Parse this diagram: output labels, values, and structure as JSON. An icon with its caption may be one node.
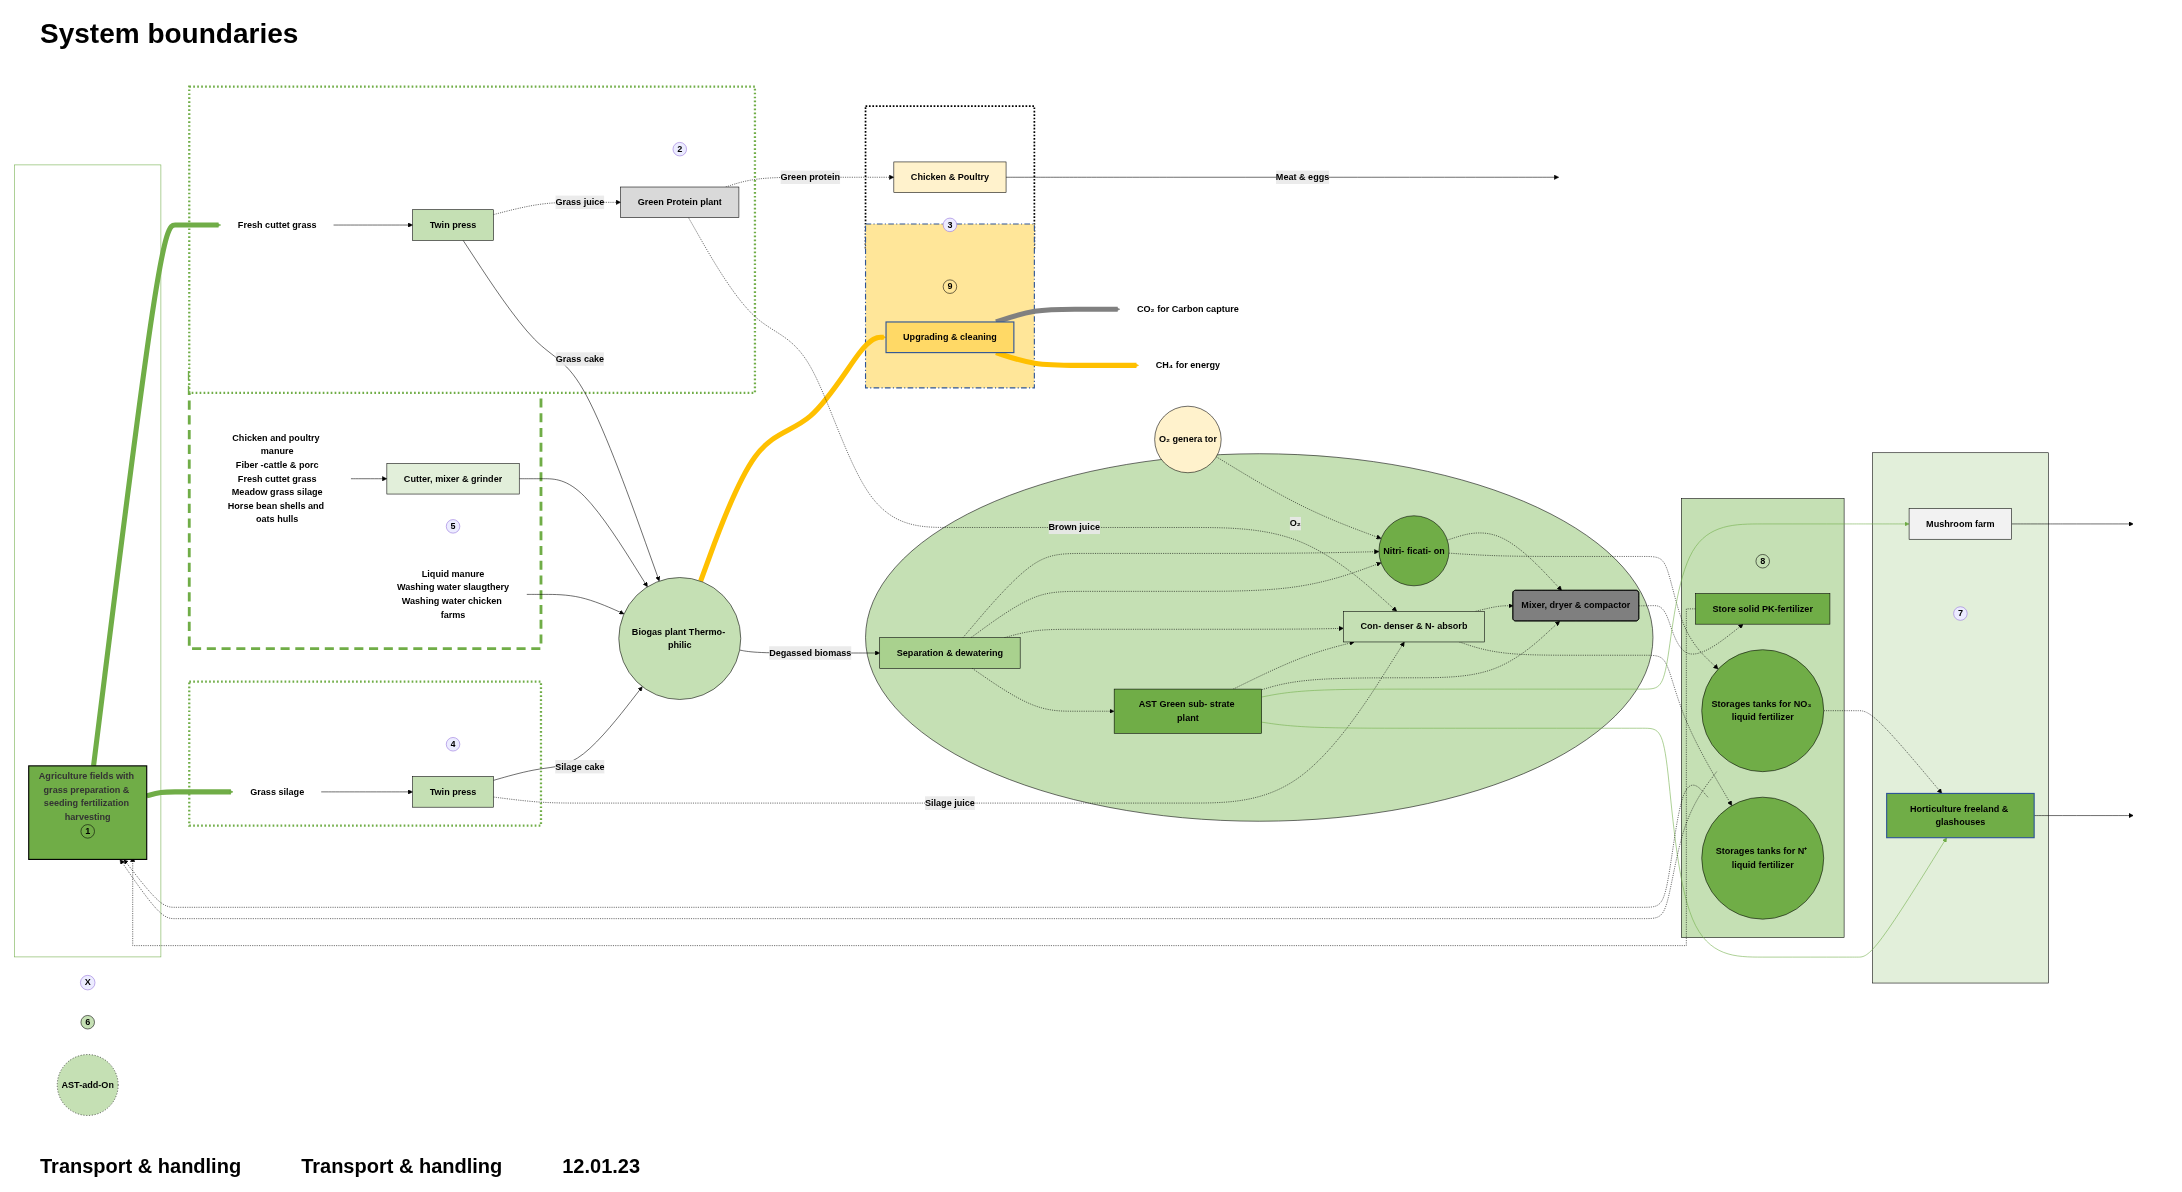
{
  "diagram": {
    "title": "System boundaries",
    "nodes": [
      {
        "text": [
          "X"
        ]
      },
      {
        "text": [],
        "shape": "box"
      },
      {
        "text": [
          "9"
        ],
        "in": 1
      },
      {
        "text": [
          "Upgrading & cleaning"
        ],
        "in": 1
      },
      {
        "text": [
          "CO₂ for Carbon capture"
        ]
      },
      {
        "text": [
          "CH₄ for energy"
        ]
      },
      {
        "text": [],
        "shape": "box"
      },
      {
        "text": [
          "2"
        ],
        "in": 6
      },
      {
        "text": [
          "Fresh cuttet grass"
        ],
        "in": 6
      },
      {
        "text": [
          "Twin press"
        ],
        "in": 6
      },
      {
        "text": [
          "Green Protein plant"
        ],
        "in": 6
      },
      {
        "text": [],
        "shape": "box"
      },
      {
        "text": [
          "Chicken & Poultry"
        ],
        "in": 11
      },
      {
        "text": [
          "3"
        ],
        "in": 11
      },
      {
        "text": [],
        "shape": "box"
      },
      {
        "text": [
          "Chicken and poultry manure",
          "Fiber -cattle & porc",
          "Fresh cuttet grass",
          "Meadow grass silage",
          "Horse bean shells and oats hulls"
        ],
        "in": 14
      },
      {
        "text": [
          "Cutter, mixer & grinder"
        ],
        "in": 14
      },
      {
        "text": [
          "Biogas plant Thermo- philic"
        ]
      },
      {
        "text": [
          "5"
        ],
        "in": 14
      },
      {
        "text": [
          "Liquid manure",
          "Washing water slaugthery",
          "Washing water chicken farms"
        ],
        "in": 14
      },
      {
        "text": [],
        "shape": "box"
      },
      {
        "text": [
          "4"
        ],
        "in": 20
      },
      {
        "text": [
          "Grass silage"
        ],
        "in": 20
      },
      {
        "text": [
          "Twin press"
        ],
        "in": 20
      },
      {
        "text": [],
        "shape": "box"
      },
      {
        "text": [
          "Agriculture fields with grass preparation & seeding fertilization harvesting"
        ],
        "in": 24
      },
      {
        "text": [
          "1"
        ],
        "in": 25
      },
      {
        "text": [],
        "shape": "ellipse"
      },
      {
        "text": [
          "Separation & dewatering"
        ],
        "in": 27
      },
      {
        "text": [
          "Nitri- ficati- on"
        ],
        "in": 27
      },
      {
        "text": [
          "Con- denser & N- absorb"
        ],
        "in": 27
      },
      {
        "text": [
          "AST Green sub- strate plant"
        ],
        "in": 27
      },
      {
        "text": [
          "Mixer, dryer & compactor"
        ],
        "in": 27
      },
      {
        "text": [
          "O₂ genera tor"
        ]
      },
      {
        "text": [
          "6"
        ]
      },
      {
        "text": [],
        "shape": "box"
      },
      {
        "text": [
          "Storages tanks for NO₃ liquid fertilizer"
        ],
        "in": 35
      },
      {
        "text": [
          "8"
        ],
        "in": 35
      },
      {
        "text": [
          "Store solid PK-fertilizer"
        ],
        "in": 35
      },
      {
        "text": [
          "Storages tanks for N⁺ liquid fertilizer"
        ],
        "in": 35
      },
      {
        "text": [],
        "shape": "box"
      },
      {
        "text": [
          "Mushroom farm"
        ],
        "in": 40
      },
      {
        "text": [
          "7"
        ],
        "in": 40
      },
      {
        "text": [
          "Horticulture freeland & glashouses"
        ],
        "in": 40
      },
      {
        "text": [
          "AST-add-On"
        ]
      }
    ],
    "edges": [
      {
        "from": 3,
        "to": 4,
        "arrow": "to",
        "style": "thick",
        "color": "#808080"
      },
      {
        "from": 3,
        "to": 5,
        "arrow": "to",
        "style": "thick",
        "color": "#ffc000"
      },
      {
        "from": 17,
        "to": 3,
        "arrow": "to",
        "style": "thick",
        "color": "#ffc000"
      },
      {
        "from": 25,
        "to": 8,
        "arrow": "to",
        "style": "thick",
        "color": "#70ad47"
      },
      {
        "from": 25,
        "to": 22,
        "arrow": "to",
        "style": "thick",
        "color": "#70ad47"
      },
      {
        "from": 8,
        "to": 9,
        "arrow": "to"
      },
      {
        "from": 9,
        "to": 10,
        "arrow": "to",
        "style": "dashed",
        "label": "Grass juice"
      },
      {
        "from": 10,
        "to": 12,
        "arrow": "to",
        "style": "dashed",
        "label": "Green protein"
      },
      {
        "from": 12,
        "to": null,
        "arrow": "to",
        "label": "Meat & eggs"
      },
      {
        "from": 9,
        "to": 17,
        "arrow": "to",
        "label": "Grass cake"
      },
      {
        "from": 15,
        "to": 16,
        "arrow": "to"
      },
      {
        "from": 16,
        "to": 17,
        "arrow": "to"
      },
      {
        "from": 19,
        "to": 17,
        "arrow": "to"
      },
      {
        "from": 23,
        "to": 17,
        "arrow": "to",
        "label": "Silage cake"
      },
      {
        "from": 22,
        "to": 23,
        "arrow": "to"
      },
      {
        "from": 23,
        "to": 30,
        "arrow": "to",
        "style": "dashed",
        "label": "Silage juice"
      },
      {
        "from": 17,
        "to": 28,
        "arrow": "to",
        "label": "Degassed biomass"
      },
      {
        "from": 10,
        "to": 30,
        "arrow": "to",
        "style": "dashed",
        "label": "Brown juice"
      },
      {
        "from": 28,
        "to": 29,
        "arrow": "to",
        "style": "dashed"
      },
      {
        "from": 28,
        "to": 29,
        "arrow": "to",
        "style": "dashed"
      },
      {
        "from": 28,
        "to": 30,
        "arrow": "to",
        "style": "dashed"
      },
      {
        "from": 28,
        "to": 31,
        "arrow": "to",
        "style": "dashed"
      },
      {
        "from": 33,
        "to": 29,
        "arrow": "to",
        "style": "dashed",
        "label": "O₂"
      },
      {
        "from": 29,
        "to": 32,
        "arrow": "to",
        "style": "dashed"
      },
      {
        "from": 30,
        "to": 32,
        "arrow": "to",
        "style": "dashed"
      },
      {
        "from": 31,
        "to": 30,
        "arrow": "to",
        "style": "dashed"
      },
      {
        "from": 31,
        "to": 32,
        "arrow": "to",
        "style": "dashed"
      },
      {
        "from": 29,
        "to": 36,
        "arrow": "to",
        "style": "dashed"
      },
      {
        "from": 32,
        "to": 38,
        "arrow": "to",
        "style": "dashed"
      },
      {
        "from": 30,
        "to": 39,
        "arrow": "to",
        "style": "dashed"
      },
      {
        "from": 36,
        "to": 25,
        "arrow": "to",
        "style": "dashed"
      },
      {
        "from": 39,
        "to": 25,
        "arrow": "to",
        "style": "dashed"
      },
      {
        "from": 38,
        "to": 25,
        "arrow": "to",
        "style": "dashed"
      },
      {
        "from": 36,
        "to": 43,
        "arrow": "to",
        "style": "dashed"
      },
      {
        "from": 31,
        "to": 41,
        "arrow": "to",
        "color": "#70ad47"
      },
      {
        "from": 31,
        "to": 43,
        "arrow": "to",
        "color": "#70ad47"
      },
      {
        "from": 41,
        "to": null,
        "arrow": "to"
      },
      {
        "from": 43,
        "to": null,
        "arrow": "to"
      }
    ],
    "labels": [
      "Transport & handling",
      "Transport & handling",
      "12.01.23"
    ]
  }
}
